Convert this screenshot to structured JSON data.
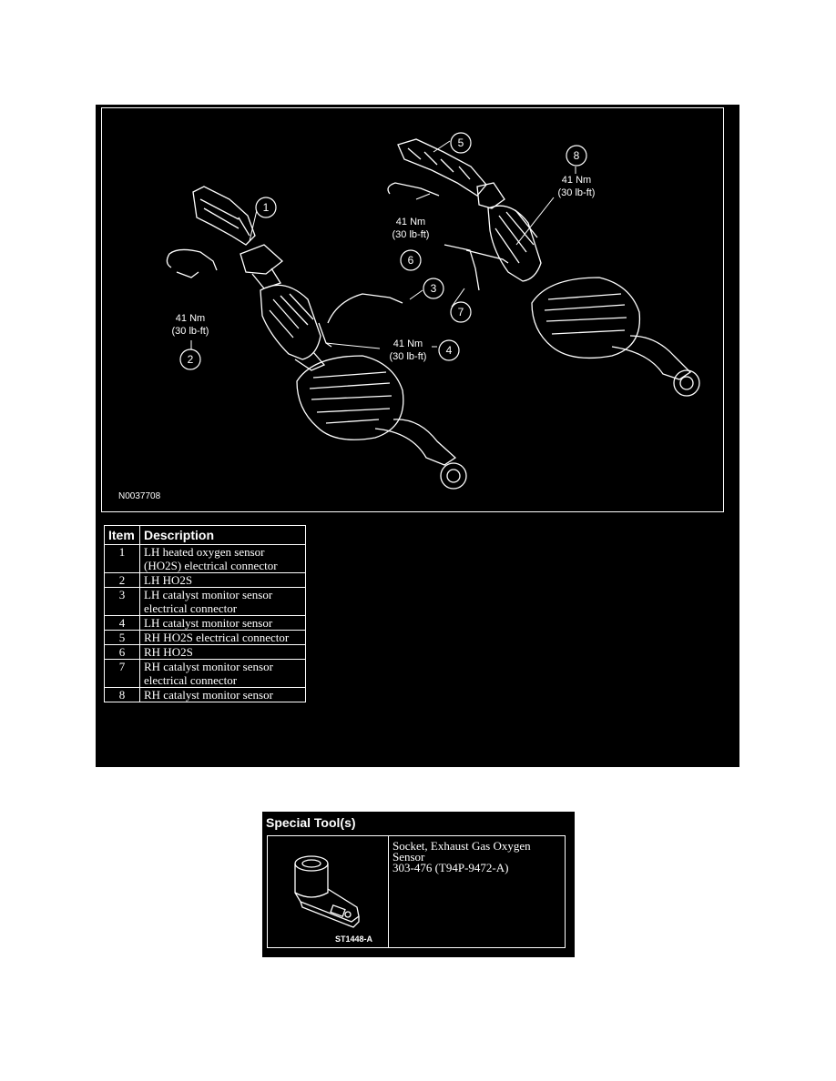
{
  "figure": {
    "code": "N0037708",
    "callouts": [
      "1",
      "2",
      "3",
      "4",
      "5",
      "6",
      "7",
      "8"
    ],
    "torque_value": "41 Nm",
    "torque_imperial": "(30 lb-ft)"
  },
  "legend": {
    "header_item": "Item",
    "header_description": "Description",
    "rows": [
      {
        "item": "1",
        "description": "LH heated oxygen sensor (HO2S) electrical connector"
      },
      {
        "item": "2",
        "description": "LH HO2S"
      },
      {
        "item": "3",
        "description": "LH catalyst monitor sensor electrical connector"
      },
      {
        "item": "4",
        "description": "LH catalyst monitor sensor"
      },
      {
        "item": "5",
        "description": "RH HO2S electrical connector"
      },
      {
        "item": "6",
        "description": "RH HO2S"
      },
      {
        "item": "7",
        "description": "RH catalyst monitor sensor electrical connector"
      },
      {
        "item": "8",
        "description": "RH catalyst monitor sensor"
      }
    ]
  },
  "special_tools": {
    "title": "Special Tool(s)",
    "image_code": "ST1448-A",
    "desc_line1": "Socket, Exhaust Gas Oxygen",
    "desc_line2": "Sensor",
    "desc_line3": "303-476 (T94P-9472-A)"
  }
}
